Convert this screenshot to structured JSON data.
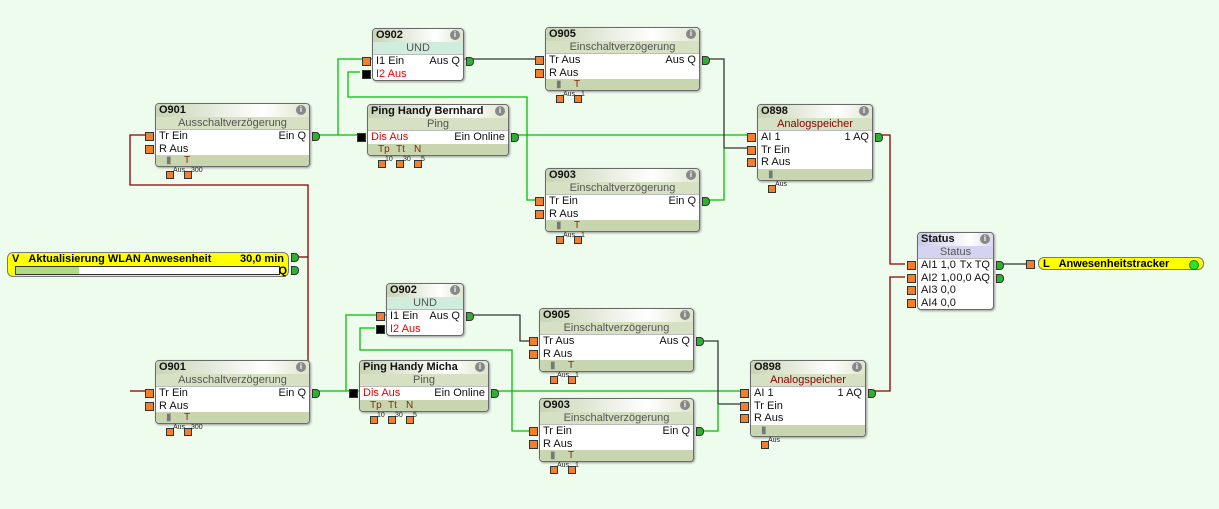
{
  "blocks": {
    "o901_top": {
      "title": "O901",
      "subtitle": "Ausschaltverzögerung",
      "rows": [
        [
          "Tr Ein",
          "Ein Q"
        ],
        [
          "R Aus",
          ""
        ]
      ],
      "footer": [
        "▮",
        "T"
      ],
      "params": [
        "Aus",
        "300"
      ]
    },
    "o902_top": {
      "title": "O902",
      "subtitle": "UND",
      "rows": [
        [
          "I1 Ein",
          "Aus Q"
        ],
        [
          "I2 Aus",
          ""
        ]
      ],
      "footer": [],
      "params": []
    },
    "ping_top": {
      "title": "Ping Handy Bernhard",
      "subtitle": "Ping",
      "rows": [
        [
          "Dis Aus",
          "Ein Online"
        ]
      ],
      "footer": [
        "Tp",
        "Tt",
        "N"
      ],
      "params": [
        "10",
        "30",
        "5"
      ]
    },
    "o905_top": {
      "title": "O905",
      "subtitle": "Einschaltverzögerung",
      "rows": [
        [
          "Tr Aus",
          "Aus Q"
        ],
        [
          "R Aus",
          ""
        ]
      ],
      "footer": [
        "▮",
        "T"
      ],
      "params": [
        "Aus",
        "1"
      ]
    },
    "o903_top": {
      "title": "O903",
      "subtitle": "Einschaltverzögerung",
      "rows": [
        [
          "Tr Ein",
          "Ein Q"
        ],
        [
          "R Aus",
          ""
        ]
      ],
      "footer": [
        "▮",
        "T"
      ],
      "params": [
        "Aus",
        "1"
      ]
    },
    "o898_top": {
      "title": "O898",
      "subtitle": "Analogspeicher",
      "rows": [
        [
          "AI 1",
          "1 AQ"
        ],
        [
          "Tr Ein",
          ""
        ],
        [
          "R Aus",
          ""
        ]
      ],
      "footer": [
        "▮"
      ],
      "params": [
        "Aus"
      ]
    },
    "status": {
      "title": "Status",
      "subtitle": "Status",
      "rows": [
        [
          "AI1 1,0",
          "Tx TQ"
        ],
        [
          "AI2 1,0",
          "0,0 AQ"
        ],
        [
          "AI3 0,0",
          ""
        ],
        [
          "AI4 0,0",
          ""
        ]
      ],
      "footer": [],
      "params": []
    },
    "o901_bot": {
      "title": "O901",
      "subtitle": "Ausschaltverzögerung",
      "rows": [
        [
          "Tr Ein",
          "Ein Q"
        ],
        [
          "R Aus",
          ""
        ]
      ],
      "footer": [
        "▮",
        "T"
      ],
      "params": [
        "Aus",
        "300"
      ]
    },
    "o902_bot": {
      "title": "O902",
      "subtitle": "UND",
      "rows": [
        [
          "I1 Ein",
          "Aus Q"
        ],
        [
          "I2 Aus",
          ""
        ]
      ],
      "footer": [],
      "params": []
    },
    "ping_bot": {
      "title": "Ping Handy Micha",
      "subtitle": "Ping",
      "rows": [
        [
          "Dis Aus",
          "Ein Online"
        ]
      ],
      "footer": [
        "Tp",
        "Tt",
        "N"
      ],
      "params": [
        "10",
        "30",
        "5"
      ]
    },
    "o905_bot": {
      "title": "O905",
      "subtitle": "Einschaltverzögerung",
      "rows": [
        [
          "Tr Aus",
          "Aus Q"
        ],
        [
          "R Aus",
          ""
        ]
      ],
      "footer": [
        "▮",
        "T"
      ],
      "params": [
        "Aus",
        "1"
      ]
    },
    "o903_bot": {
      "title": "O903",
      "subtitle": "Einschaltverzögerung",
      "rows": [
        [
          "Tr Ein",
          "Ein Q"
        ],
        [
          "R Aus",
          ""
        ]
      ],
      "footer": [
        "▮",
        "T"
      ],
      "params": [
        "Aus",
        "1"
      ]
    },
    "o898_bot": {
      "title": "O898",
      "subtitle": "Analogspeicher",
      "rows": [
        [
          "AI 1",
          "1 AQ"
        ],
        [
          "Tr Ein",
          ""
        ],
        [
          "R Aus",
          ""
        ]
      ],
      "footer": [
        "▮"
      ],
      "params": [
        "Aus"
      ]
    }
  },
  "variable": {
    "prefix": "V",
    "name": "Aktualisierung WLAN Anwesenheit",
    "value": "30,0 min",
    "q_label": "Q",
    "progress": 0.24
  },
  "output_l": {
    "prefix": "L",
    "name": "Anwesenheitstracker"
  },
  "info_glyph": "i",
  "colors": {
    "wire_on": "#00c000",
    "wire_off": "#333333",
    "wire_analog": "#8b0000",
    "pin": "#f08030",
    "yellow": "#ffff00"
  }
}
